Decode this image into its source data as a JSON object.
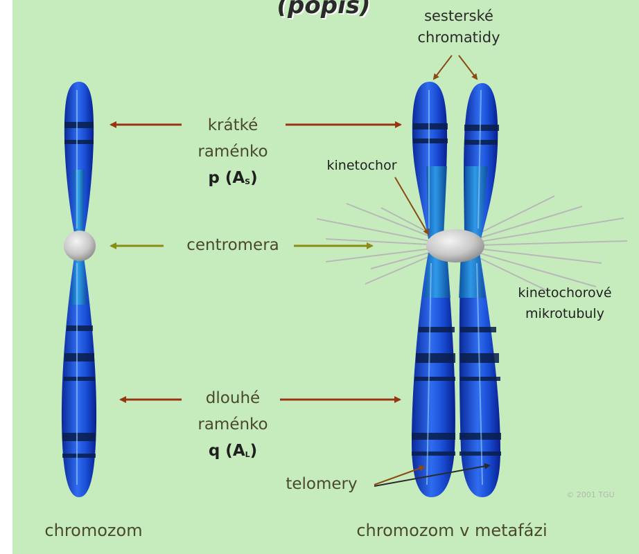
{
  "diagram": {
    "title": "(popis)",
    "labels": {
      "sister_chromatids": [
        "sesterské",
        "chromatidy"
      ],
      "short_arm": [
        "krátké",
        "raménko"
      ],
      "short_arm_symbol": "p (A",
      "short_arm_sub": "S",
      "centromere": "centromera",
      "kinetochore": "kinetochor",
      "kinetochore_microtubules": [
        "kinetochorové",
        "mikrotubuly"
      ],
      "long_arm": [
        "dlouhé",
        "raménko"
      ],
      "long_arm_symbol": "q (A",
      "long_arm_sub": "L",
      "telomeres": "telomery",
      "copyright": "© 2001 TGU"
    },
    "captions": {
      "chromosome": "chromozom",
      "metaphase_chromosome": "chromozom v metafázi"
    },
    "colors": {
      "background": "#c6ecbe",
      "chromosome_blue": "#1a4fd6",
      "chromosome_light": "#1f8fd8",
      "band": "#0a1e4a",
      "arrow_red": "#9a3410",
      "arrow_olive": "#8a8a14",
      "arrow_brown": "#8a4a12",
      "microtubule": "#b8b8b8"
    }
  }
}
